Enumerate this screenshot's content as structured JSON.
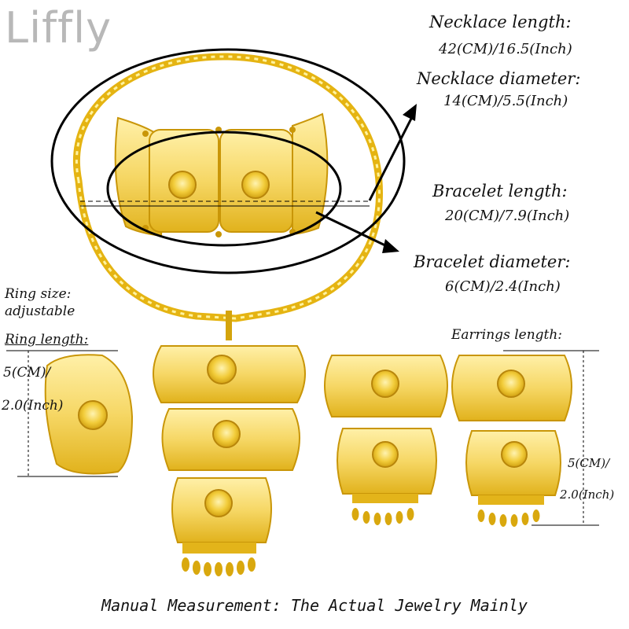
{
  "brand": "Liffly",
  "necklace": {
    "length_label": "Necklace length:",
    "length_value": "42(CM)/16.5(Inch)",
    "diameter_label": "Necklace diameter:",
    "diameter_value": "14(CM)/5.5(Inch)"
  },
  "bracelet": {
    "length_label": "Bracelet length:",
    "length_value": "20(CM)/7.9(Inch)",
    "diameter_label": "Bracelet diameter:",
    "diameter_value": "6(CM)/2.4(Inch)"
  },
  "ring": {
    "size_label": "Ring size:",
    "size_value": "adjustable",
    "length_label": "Ring length:",
    "length_value_cm": "5(CM)/",
    "length_value_inch": "2.0(Inch)"
  },
  "earrings": {
    "length_label": "Earrings length:",
    "length_value_cm": "5(CM)/",
    "length_value_inch": "2.0(Inch)"
  },
  "footer": "Manual Measurement: The Actual Jewelry Mainly",
  "colors": {
    "gold": "#e8b90c",
    "gold_light": "#fbe58a",
    "gold_dark": "#b8860b",
    "brand_gray": "#b8b8b8"
  }
}
